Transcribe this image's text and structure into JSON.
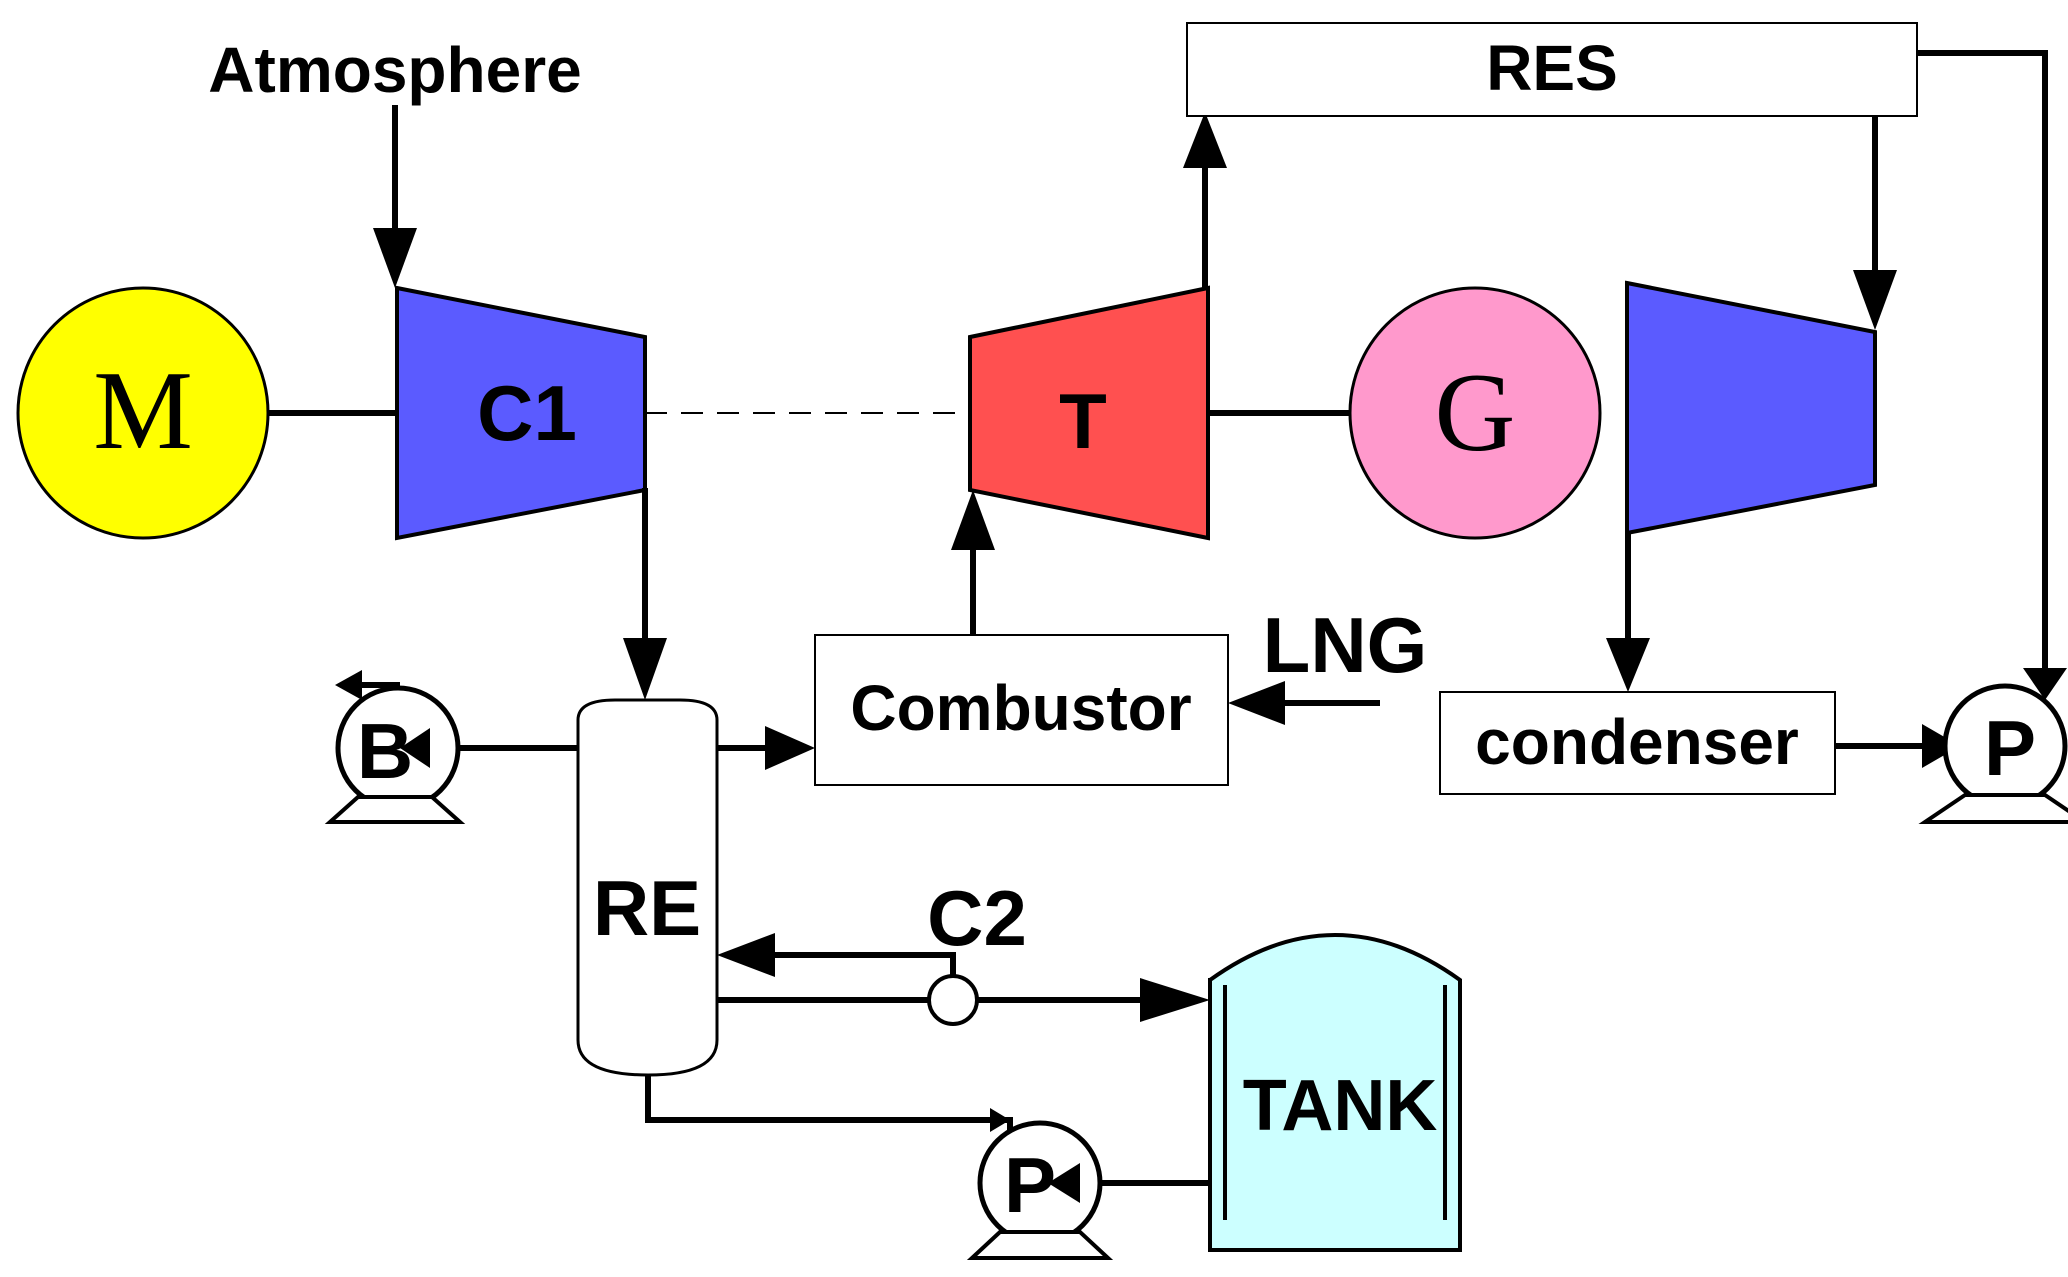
{
  "labels": {
    "atmosphere": "Atmosphere",
    "res": "RES",
    "motor": "M",
    "compressor1": "C1",
    "turbine": "T",
    "generator": "G",
    "combustor": "Combustor",
    "lng": "LNG",
    "condenser": "condenser",
    "blower": "B",
    "pump_right": "P",
    "pump_bottom": "P",
    "reactor": "RE",
    "compressor2": "C2",
    "tank": "TANK"
  },
  "colors": {
    "motor_fill": "#ffff00",
    "compressor_fill": "#5b5bff",
    "turbine_fill": "#ff5050",
    "generator_fill": "#ff99cc",
    "tank_fill": "#ccffff",
    "expander_fill": "#5b5bff"
  }
}
